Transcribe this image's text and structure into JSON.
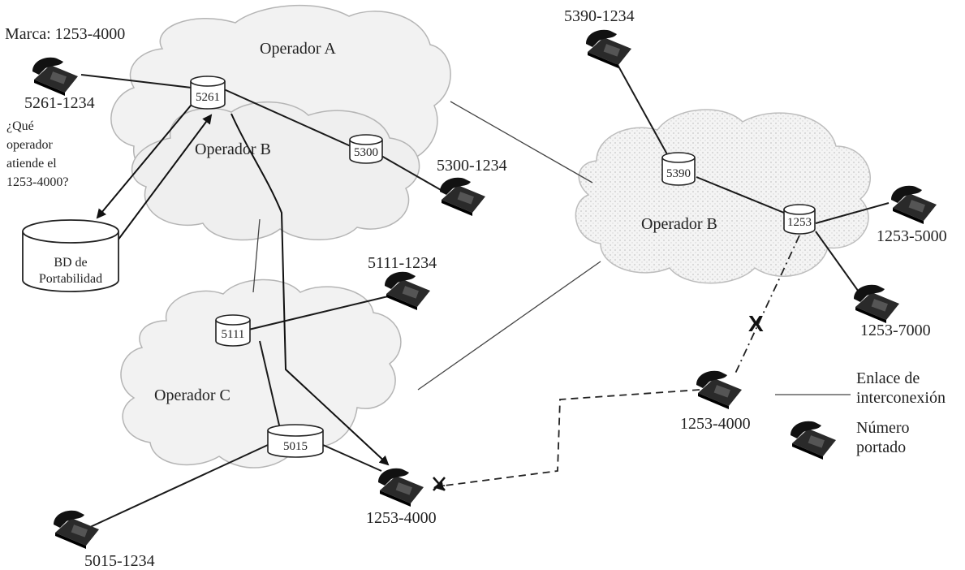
{
  "clouds": {
    "a": "Operador A",
    "b_left": "Operador B",
    "b_right": "Operador B",
    "c": "Operador C"
  },
  "nodes": {
    "n5261": "5261",
    "n5300": "5300",
    "n5390": "5390",
    "n1253": "1253",
    "n5111": "5111",
    "n5015": "5015"
  },
  "database": {
    "line1": "BD de",
    "line2": "Portabilidad"
  },
  "phones": {
    "p5261": "5261-1234",
    "p5300": "5300-1234",
    "p5390": "5390-1234",
    "p12535000": "1253-5000",
    "p12537000": "1253-7000",
    "p5111": "5111-1234",
    "p5015": "5015-1234",
    "p1253_old": "1253-4000",
    "p1253_new": "1253-4000"
  },
  "marca": "Marca: 1253-4000",
  "question": [
    "¿Qué",
    "operador",
    "atiende el",
    "1253-4000?"
  ],
  "cut_mark": "X",
  "legend": {
    "link_1": "Enlace de",
    "link_2": "interconexión",
    "ported_1": "Número",
    "ported_2": "portado"
  }
}
